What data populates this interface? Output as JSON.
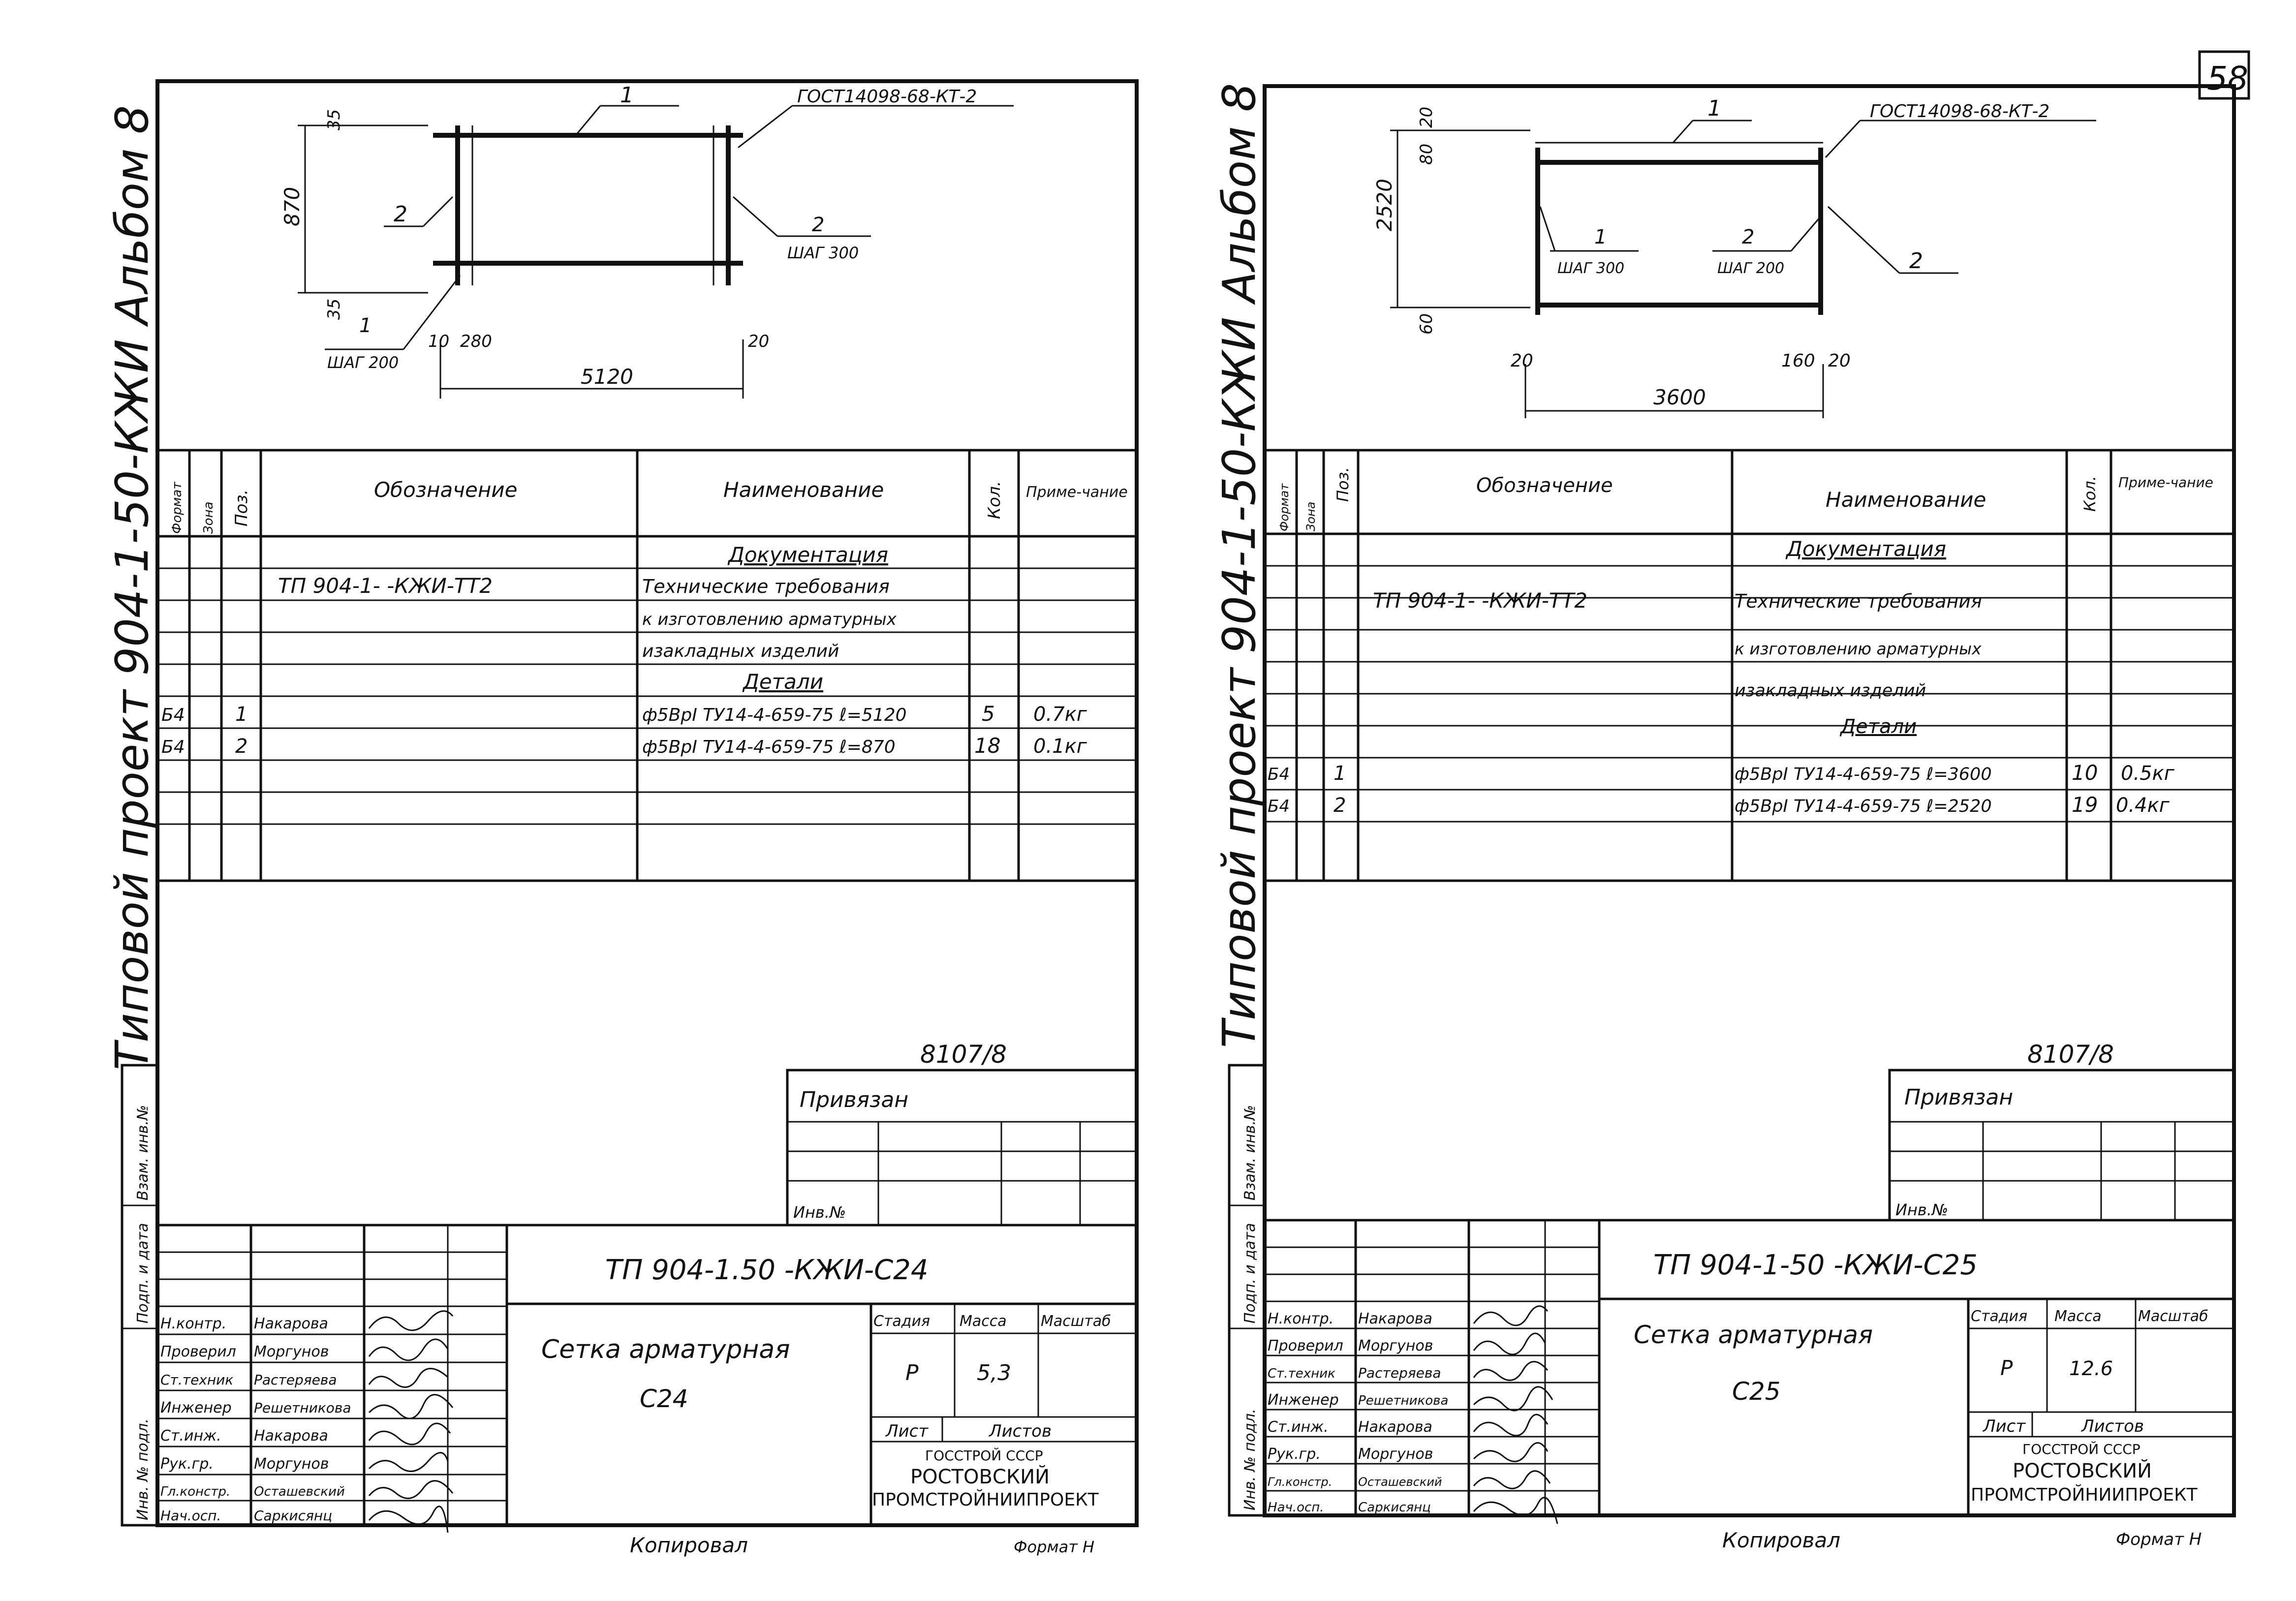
{
  "page_number": "58",
  "sheets": [
    {
      "side_title": "Типовой проект 904-1-50-КЖИ Альбом 8",
      "drawing": {
        "gost_ref": "ГОСТ14098-68-КТ-2",
        "pos1": "1",
        "pos2_left": "2",
        "pos2_right": "2",
        "step_right": "ШАГ 300",
        "step_bottom": "ШАГ 200",
        "dims": {
          "width": "5120",
          "height": "870",
          "top_off": "35",
          "bot_off": "35",
          "left_off": "10",
          "left_span": "280",
          "right_off": "20"
        }
      },
      "spec": {
        "headers": {
          "format": "Формат",
          "zone": "Зона",
          "pos": "Поз.",
          "designation": "Обозначение",
          "name": "Наименование",
          "qty": "Кол.",
          "note": "Приме-чание"
        },
        "documentation_label": "Документация",
        "doc_designation": "ТП 904-1-      -КЖИ-ТТ2",
        "doc_lines": [
          "Технические требования",
          "к изготовлению арматурных",
          "изакладных изделий"
        ],
        "details_label": "Детали",
        "items": [
          {
            "format": "Б4",
            "pos": "1",
            "name": "ф5ВрI ТУ14-4-659-75 ℓ=5120",
            "qty": "5",
            "note": "0.7кг"
          },
          {
            "format": "Б4",
            "pos": "2",
            "name": "ф5ВрI ТУ14-4-659-75 ℓ=870",
            "qty": "18",
            "note": "0.1кг"
          }
        ]
      },
      "sheet_ref": "8107/8",
      "binding": {
        "title": "Привязан",
        "inv_label": "Инв.№"
      },
      "left_strip": [
        "Инв. № подл.",
        "Подп. и дата",
        "Взам. инв.№"
      ],
      "title_block": {
        "code": "ТП 904-1.50   -КЖИ-С24",
        "name_line1": "Сетка арматурная",
        "name_line2": "С24",
        "stage_label": "Стадия",
        "mass_label": "Масса",
        "scale_label": "Масштаб",
        "stage": "Р",
        "mass": "5,3",
        "sheet_label": "Лист",
        "sheets_label": "Листов",
        "org1": "ГОССТРОЙ СССР",
        "org2": "РОСТОВСКИЙ",
        "org3": "ПРОМСТРОЙНИИПРОЕКТ",
        "signatures": [
          {
            "role": "Н.контр.",
            "name": "Накарова"
          },
          {
            "role": "Проверил",
            "name": "Моргунов"
          },
          {
            "role": "Ст.техник",
            "name": "Растеряева"
          },
          {
            "role": "Инженер",
            "name": "Решетникова"
          },
          {
            "role": "Ст.инж.",
            "name": "Накарова"
          },
          {
            "role": "Рук.гр.",
            "name": "Моргунов"
          },
          {
            "role": "Гл.констр.",
            "name": "Осташевский"
          },
          {
            "role": "Нач.осп.",
            "name": "Саркисянц"
          }
        ]
      },
      "copied": "Копировал",
      "format": "Формат Н"
    },
    {
      "side_title": "Типовой проект 904-1-50-КЖИ Альбом 8",
      "drawing": {
        "gost_ref": "ГОСТ14098-68-КТ-2",
        "pos1": "1",
        "pos1_bottom": "1",
        "pos2_mid": "2",
        "pos2_right": "2",
        "step_a": "ШАГ 300",
        "step_b": "ШАГ 200",
        "dims": {
          "width": "3600",
          "height": "2520",
          "top_off": "20",
          "top_off2": "80",
          "bot_off": "60",
          "left_off": "20",
          "right_a": "160",
          "right_b": "20"
        }
      },
      "spec": {
        "headers": {
          "format": "Формат",
          "zone": "Зона",
          "pos": "Поз.",
          "designation": "Обозначение",
          "name": "Наименование",
          "qty": "Кол.",
          "note": "Приме-чание"
        },
        "documentation_label": "Документация",
        "doc_designation": "ТП 904-1-      -КЖИ-ТТ2",
        "doc_lines": [
          "Технические требования",
          "к изготовлению арматурных",
          "изакладных изделий"
        ],
        "details_label": "Детали",
        "items": [
          {
            "format": "Б4",
            "pos": "1",
            "name": "ф5ВрI ТУ14-4-659-75 ℓ=3600",
            "qty": "10",
            "note": "0.5кг"
          },
          {
            "format": "Б4",
            "pos": "2",
            "name": "ф5ВрI ТУ14-4-659-75 ℓ=2520",
            "qty": "19",
            "note": "0.4кг"
          }
        ]
      },
      "sheet_ref": "8107/8",
      "binding": {
        "title": "Привязан",
        "inv_label": "Инв.№"
      },
      "left_strip": [
        "Инв. № подл.",
        "Подп. и дата",
        "Взам. инв.№"
      ],
      "title_block": {
        "code": "ТП 904-1-50    -КЖИ-С25",
        "name_line1": "Сетка арматурная",
        "name_line2": "С25",
        "stage_label": "Стадия",
        "mass_label": "Масса",
        "scale_label": "Масштаб",
        "stage": "Р",
        "mass": "12.6",
        "sheet_label": "Лист",
        "sheets_label": "Листов",
        "org1": "ГОССТРОЙ СССР",
        "org2": "РОСТОВСКИЙ",
        "org3": "ПРОМСТРОЙНИИПРОЕКТ",
        "signatures": [
          {
            "role": "Н.контр.",
            "name": "Накарова"
          },
          {
            "role": "Проверил",
            "name": "Моргунов"
          },
          {
            "role": "Ст.техник",
            "name": "Растеряева"
          },
          {
            "role": "Инженер",
            "name": "Решетникова"
          },
          {
            "role": "Ст.инж.",
            "name": "Накарова"
          },
          {
            "role": "Рук.гр.",
            "name": "Моргунов"
          },
          {
            "role": "Гл.констр.",
            "name": "Осташевский"
          },
          {
            "role": "Нач.осп.",
            "name": "Саркисянц"
          }
        ]
      },
      "copied": "Копировал",
      "format": "Формат Н"
    }
  ]
}
